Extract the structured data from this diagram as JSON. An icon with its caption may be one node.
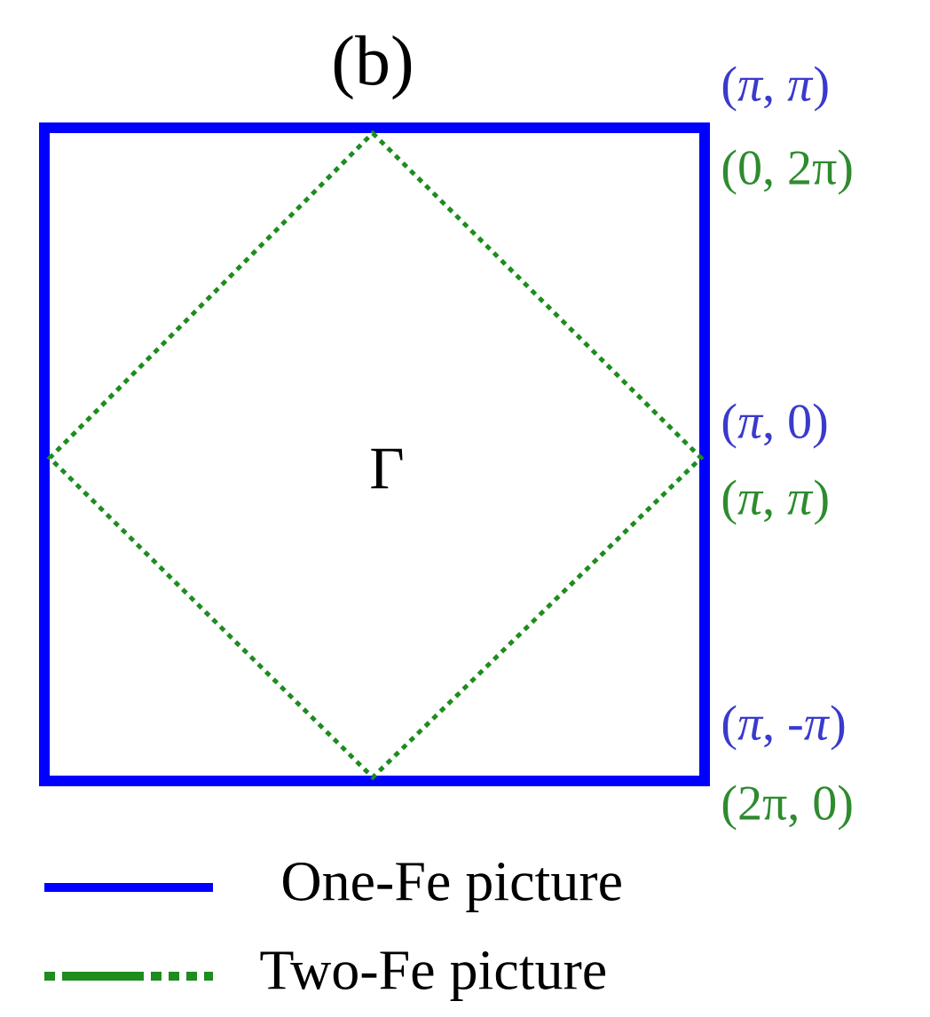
{
  "diagram": {
    "labels": [
      "(b)",
      "(*π*, *π*)",
      "(0, 2π)",
      "Γ",
      "(*π*, 0)",
      "(*π*, *π*)",
      "(*π*, -*π*)",
      "(2π, 0)"
    ],
    "legend": [
      {
        "text": "One-Fe picture"
      },
      {
        "text": "Two-Fe picture"
      }
    ]
  }
}
